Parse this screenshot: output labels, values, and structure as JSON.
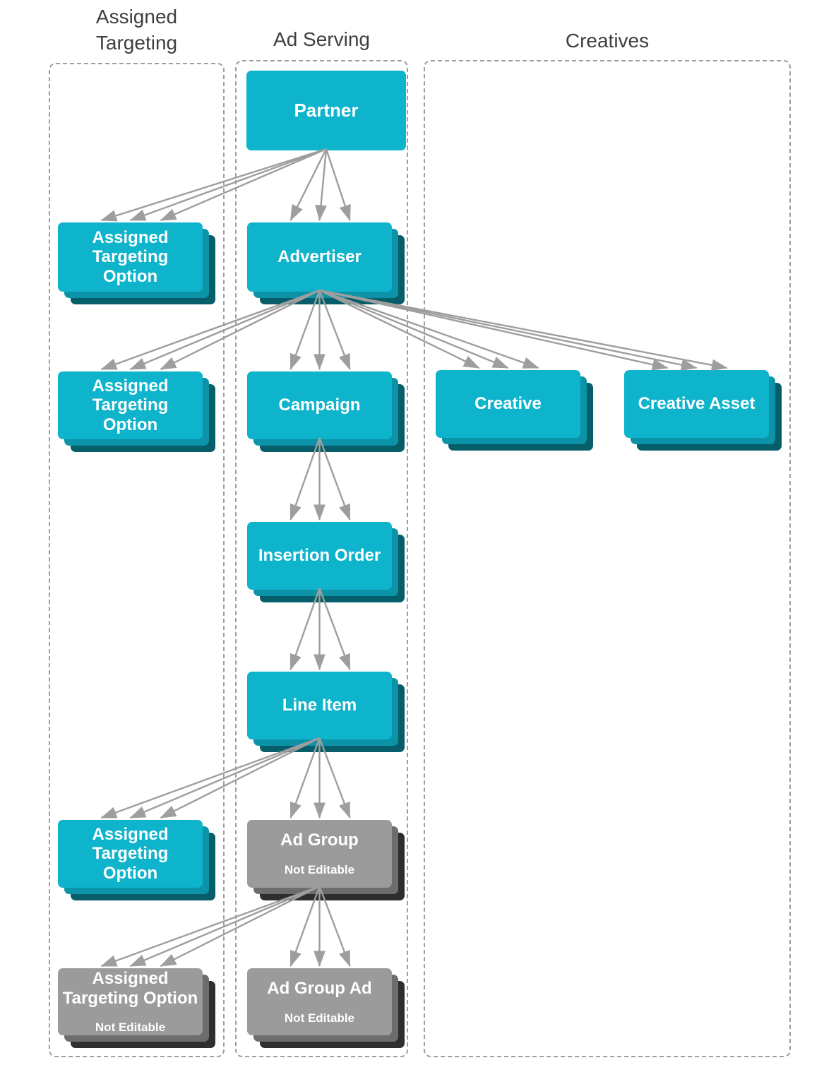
{
  "diagram_title": "Display ad entity hierarchy diagram",
  "columns": [
    {
      "id": "assigned-targeting",
      "label": "Assigned\nTargeting"
    },
    {
      "id": "ad-serving",
      "label": "Ad Serving"
    },
    {
      "id": "creatives",
      "label": "Creatives"
    }
  ],
  "nodes": [
    {
      "id": "partner",
      "label": "Partner",
      "sublabel": "",
      "variant": "cyan",
      "stacked": false
    },
    {
      "id": "ato-partner",
      "label": "Assigned\nTargeting\nOption",
      "sublabel": "",
      "variant": "cyan",
      "stacked": true
    },
    {
      "id": "advertiser",
      "label": "Advertiser",
      "sublabel": "",
      "variant": "cyan",
      "stacked": true
    },
    {
      "id": "ato-advertiser",
      "label": "Assigned\nTargeting\nOption",
      "sublabel": "",
      "variant": "cyan",
      "stacked": true
    },
    {
      "id": "campaign",
      "label": "Campaign",
      "sublabel": "",
      "variant": "cyan",
      "stacked": true
    },
    {
      "id": "creative",
      "label": "Creative",
      "sublabel": "",
      "variant": "cyan",
      "stacked": true
    },
    {
      "id": "creative-asset",
      "label": "Creative Asset",
      "sublabel": "",
      "variant": "cyan",
      "stacked": true
    },
    {
      "id": "insertion-order",
      "label": "Insertion Order",
      "sublabel": "",
      "variant": "cyan",
      "stacked": true
    },
    {
      "id": "line-item",
      "label": "Line Item",
      "sublabel": "",
      "variant": "cyan",
      "stacked": true
    },
    {
      "id": "ato-line-item",
      "label": "Assigned\nTargeting\nOption",
      "sublabel": "",
      "variant": "cyan",
      "stacked": true
    },
    {
      "id": "ad-group",
      "label": "Ad Group",
      "sublabel": "Not Editable",
      "variant": "gray",
      "stacked": true
    },
    {
      "id": "ato-ad-group",
      "label": "Assigned\nTargeting Option",
      "sublabel": "Not Editable",
      "variant": "gray",
      "stacked": true
    },
    {
      "id": "ad-group-ad",
      "label": "Ad Group Ad",
      "sublabel": "Not Editable",
      "variant": "gray",
      "stacked": true
    }
  ],
  "edges": [
    {
      "from": "partner",
      "to": "ato-partner"
    },
    {
      "from": "partner",
      "to": "advertiser"
    },
    {
      "from": "advertiser",
      "to": "ato-advertiser"
    },
    {
      "from": "advertiser",
      "to": "campaign"
    },
    {
      "from": "advertiser",
      "to": "creative"
    },
    {
      "from": "advertiser",
      "to": "creative-asset"
    },
    {
      "from": "campaign",
      "to": "insertion-order"
    },
    {
      "from": "insertion-order",
      "to": "line-item"
    },
    {
      "from": "line-item",
      "to": "ato-line-item"
    },
    {
      "from": "line-item",
      "to": "ad-group"
    },
    {
      "from": "ad-group",
      "to": "ato-ad-group"
    },
    {
      "from": "ad-group",
      "to": "ad-group-ad"
    }
  ],
  "arrows_per_edge": 3,
  "colors": {
    "cyan": "#0eb4cb",
    "cyan_mid": "#0c93a8",
    "cyan_dark": "#055e69",
    "gray": "#9b9b9b",
    "gray_mid": "#6d6d6d",
    "gray_dark": "#2e2e2e",
    "arrow": "#9e9e9e",
    "dashed_border": "#9e9e9e",
    "header_text": "#3c4043"
  }
}
